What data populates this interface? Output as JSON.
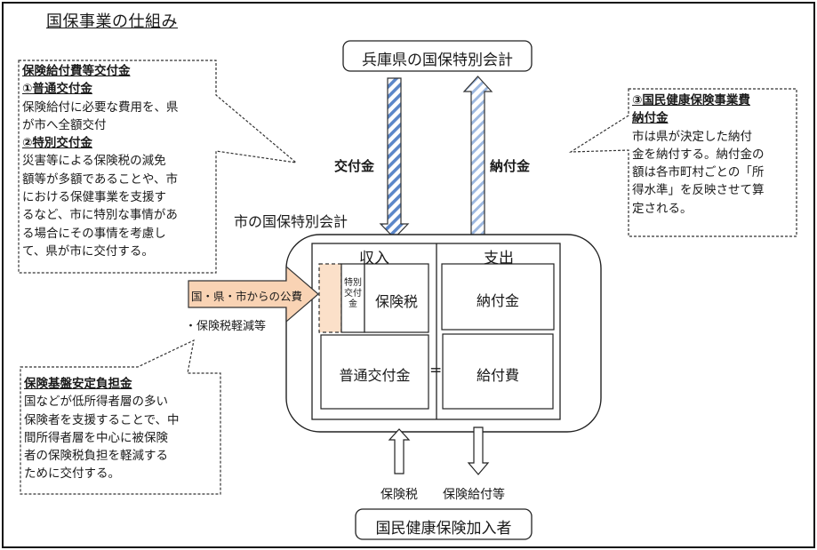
{
  "title": "国保事業の仕組み",
  "prefecture_account": "兵庫県の国保特別会計",
  "city_account_label": "市の国保特別会計",
  "insured": "国民健康保険加入者",
  "flows": {
    "grant": "交付金",
    "payment": "納付金",
    "insurance_tax_in": "保険税",
    "benefits_out": "保険給付等",
    "public_funds": "国・県・市からの公費",
    "tax_reduction": "・保険税軽減等"
  },
  "revenue": {
    "header": "収入",
    "special_grant": [
      "特別",
      "交付",
      "金"
    ],
    "insurance_tax": "保険税",
    "ordinary_grant": "普通交付金"
  },
  "expenditure": {
    "header": "支出",
    "payment": "納付金",
    "benefit_cost": "給付費"
  },
  "equals_sign": "=",
  "callout_grants": {
    "heading": "保険給付費等交付金",
    "sub1": "①普通交付金",
    "lines1": [
      "保険給付に必要な費用を、県",
      "が市へ全額交付"
    ],
    "sub2": "②特別交付金",
    "lines2": [
      "災害等による保険税の減免",
      "額等が多額であることや、市",
      "における保健事業を支援す",
      "るなど、市に特別な事情があ",
      "る場合にその事情を考慮し",
      "て、県が市に交付する。"
    ]
  },
  "callout_payment": {
    "heading": [
      "③国民健康保険事業費",
      "納付金"
    ],
    "lines": [
      "市は県が決定した納付",
      "金を納付する。納付金の",
      "額は各市町村ごとの「所",
      "得水準」を反映させて算",
      "定される。"
    ]
  },
  "callout_stabilization": {
    "heading": "保険基盤安定負担金",
    "lines": [
      "国などが低所得者層の多い",
      "保険者を支援することで、中",
      "間所得者層を中心に被保険",
      "者の保険税負担を軽減する",
      "ために交付する。"
    ]
  },
  "colors": {
    "public_funds_fill": "#f9d3b4",
    "stripe_blue": "#5b86c8",
    "stroke": "#222222"
  }
}
